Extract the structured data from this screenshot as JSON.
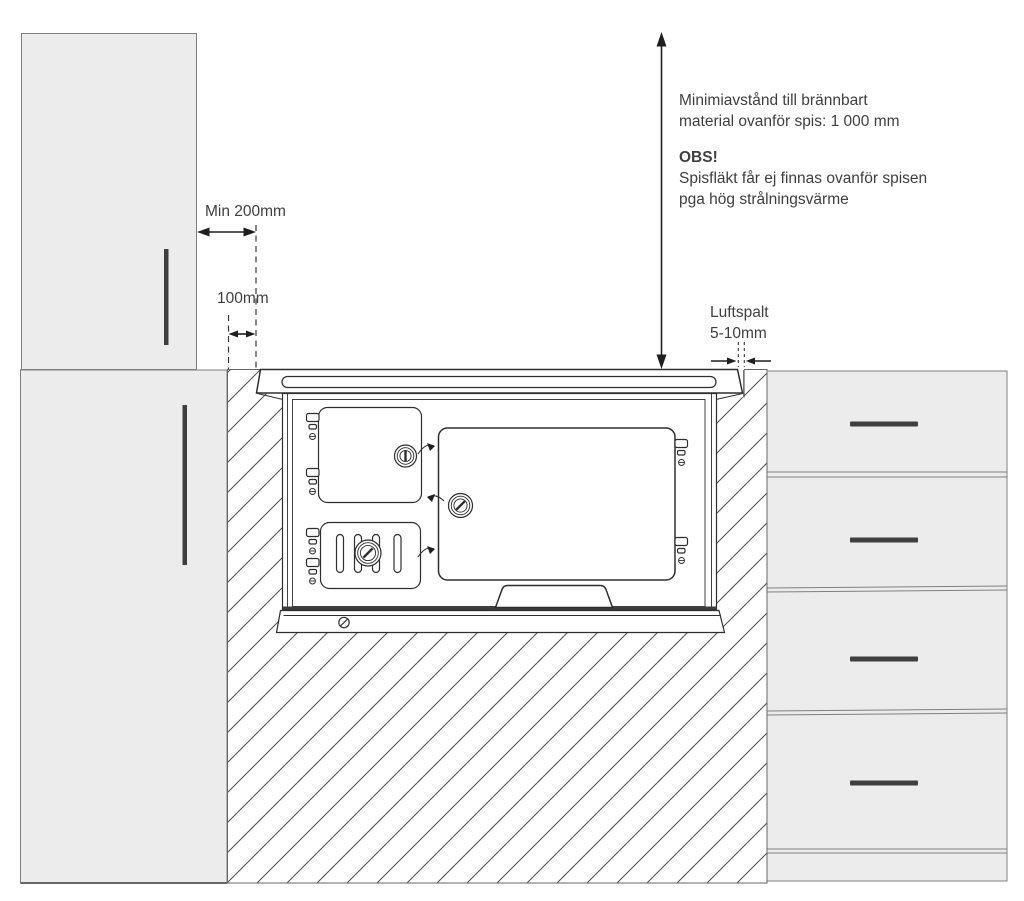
{
  "annotations": {
    "min_distance_lines": [
      "Minimiavstånd till brännbart",
      "material ovanför spis: 1 000 mm"
    ],
    "obs_title": "OBS!",
    "obs_lines": [
      "Spisfläkt får ej finnas ovanför spisen",
      "pga hög strålningsvärme"
    ],
    "min_side_clearance": "Min 200mm",
    "wall_offset": "100mm",
    "air_gap_lines": [
      "Luftspalt",
      "5-10mm"
    ]
  },
  "colors": {
    "cabinet_fill": "#ececec",
    "cabinet_border": "#7f7f7f",
    "line": "#2e2e2e",
    "handle": "#3f3f3f",
    "hatch_line": "#4d4d4d",
    "text": "#3f3f3f",
    "background": "#ffffff"
  }
}
